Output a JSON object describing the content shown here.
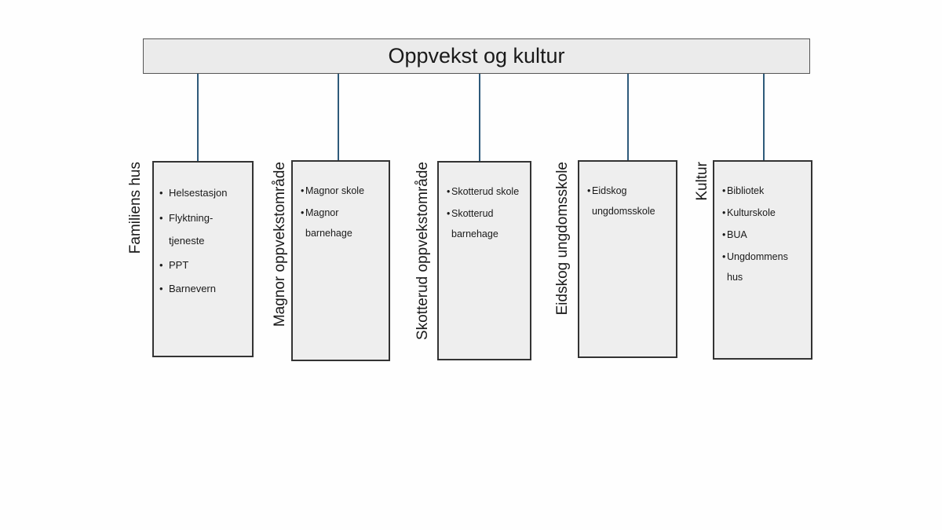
{
  "title": "Oppvekst og kultur",
  "units": [
    {
      "label": "Familiens hus",
      "items": [
        "Helsestasjon",
        "Flyktning-tjeneste",
        "PPT",
        "Barnevern"
      ]
    },
    {
      "label": "Magnor oppvekstområde",
      "items": [
        "Magnor skole",
        "Magnor barnehage"
      ]
    },
    {
      "label": "Skotterud oppvekstområde",
      "items": [
        "Skotterud skole",
        "Skotterud barnehage"
      ]
    },
    {
      "label": "Eidskog ungdomsskole",
      "items": [
        "Eidskog ungdomsskole"
      ]
    },
    {
      "label": "Kultur",
      "items": [
        "Bibliotek",
        "Kulturskole",
        "BUA",
        "Ungdommens hus"
      ]
    }
  ],
  "colors": {
    "connector": "#2e5a7a",
    "box_fill": "#eeeeee",
    "header_fill": "#ebebeb"
  }
}
